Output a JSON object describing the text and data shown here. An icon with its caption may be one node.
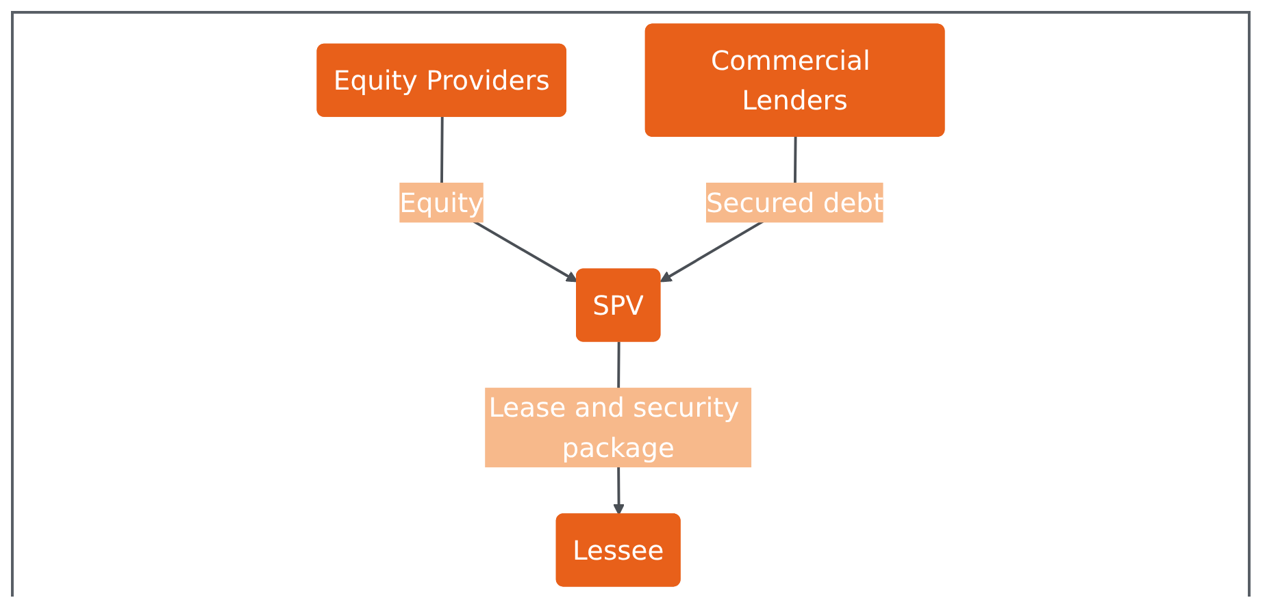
{
  "diagram": {
    "nodes": [
      {
        "text": [
          "Equity Providers"
        ]
      },
      {
        "text": [
          "Commercial Lenders"
        ]
      },
      {
        "text": [
          "SPV"
        ]
      },
      {
        "text": [
          "Lessee"
        ]
      }
    ],
    "edges": [
      {
        "from": 0,
        "to": 2,
        "arrow": "to",
        "label": "Equity"
      },
      {
        "from": 1,
        "to": 2,
        "arrow": "to",
        "label": "Secured debt"
      },
      {
        "from": 2,
        "to": 3,
        "arrow": "to",
        "label": "Lease and security package"
      }
    ]
  }
}
